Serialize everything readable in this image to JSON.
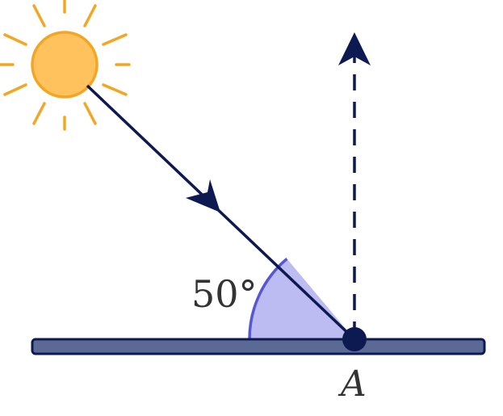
{
  "diagram": {
    "angle_label": "50°",
    "point_label": "A",
    "angle_degrees": 50
  },
  "colors": {
    "ray": "#0d1a52",
    "sun_fill": "#ffc25c",
    "sun_stroke": "#f2a623",
    "surface_fill": "#5b6a95",
    "surface_stroke": "#0d1a52",
    "angle_fill": "#bcbcf2",
    "angle_stroke": "#5656d6"
  },
  "icons": {
    "sun": "sun-icon"
  }
}
